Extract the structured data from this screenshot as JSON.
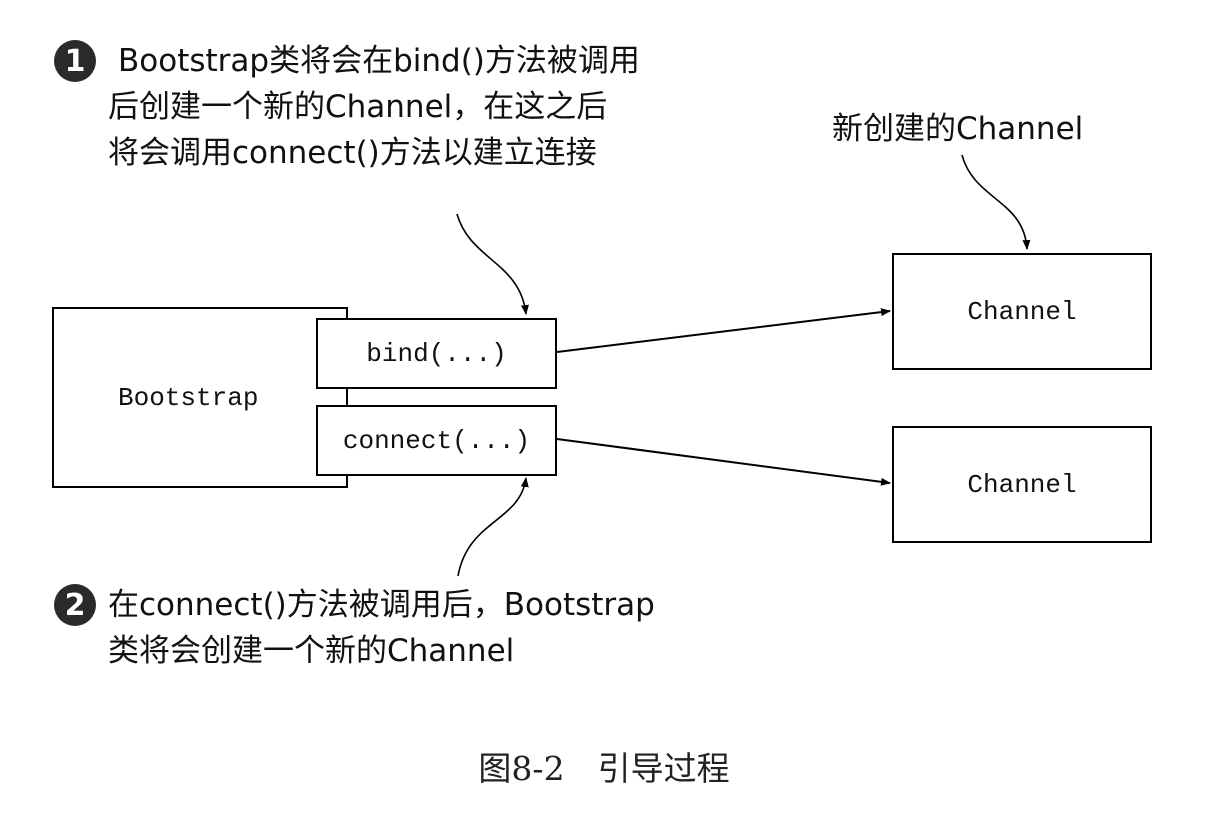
{
  "annotations": {
    "step1": {
      "number": "1",
      "lines": [
        "Bootstrap类将会在bind()方法被调用",
        "后创建一个新的Channel，在这之后",
        "将会调用connect()方法以建立连接"
      ]
    },
    "new_channel": "新创建的Channel",
    "step2": {
      "number": "2",
      "lines": [
        "在connect()方法被调用后，Bootstrap",
        "类将会创建一个新的Channel"
      ]
    }
  },
  "nodes": {
    "bootstrap": "Bootstrap",
    "bind": "bind(...)",
    "connect": "connect(...)",
    "channel_top": "Channel",
    "channel_bottom": "Channel"
  },
  "caption": "图8-2　引导过程"
}
